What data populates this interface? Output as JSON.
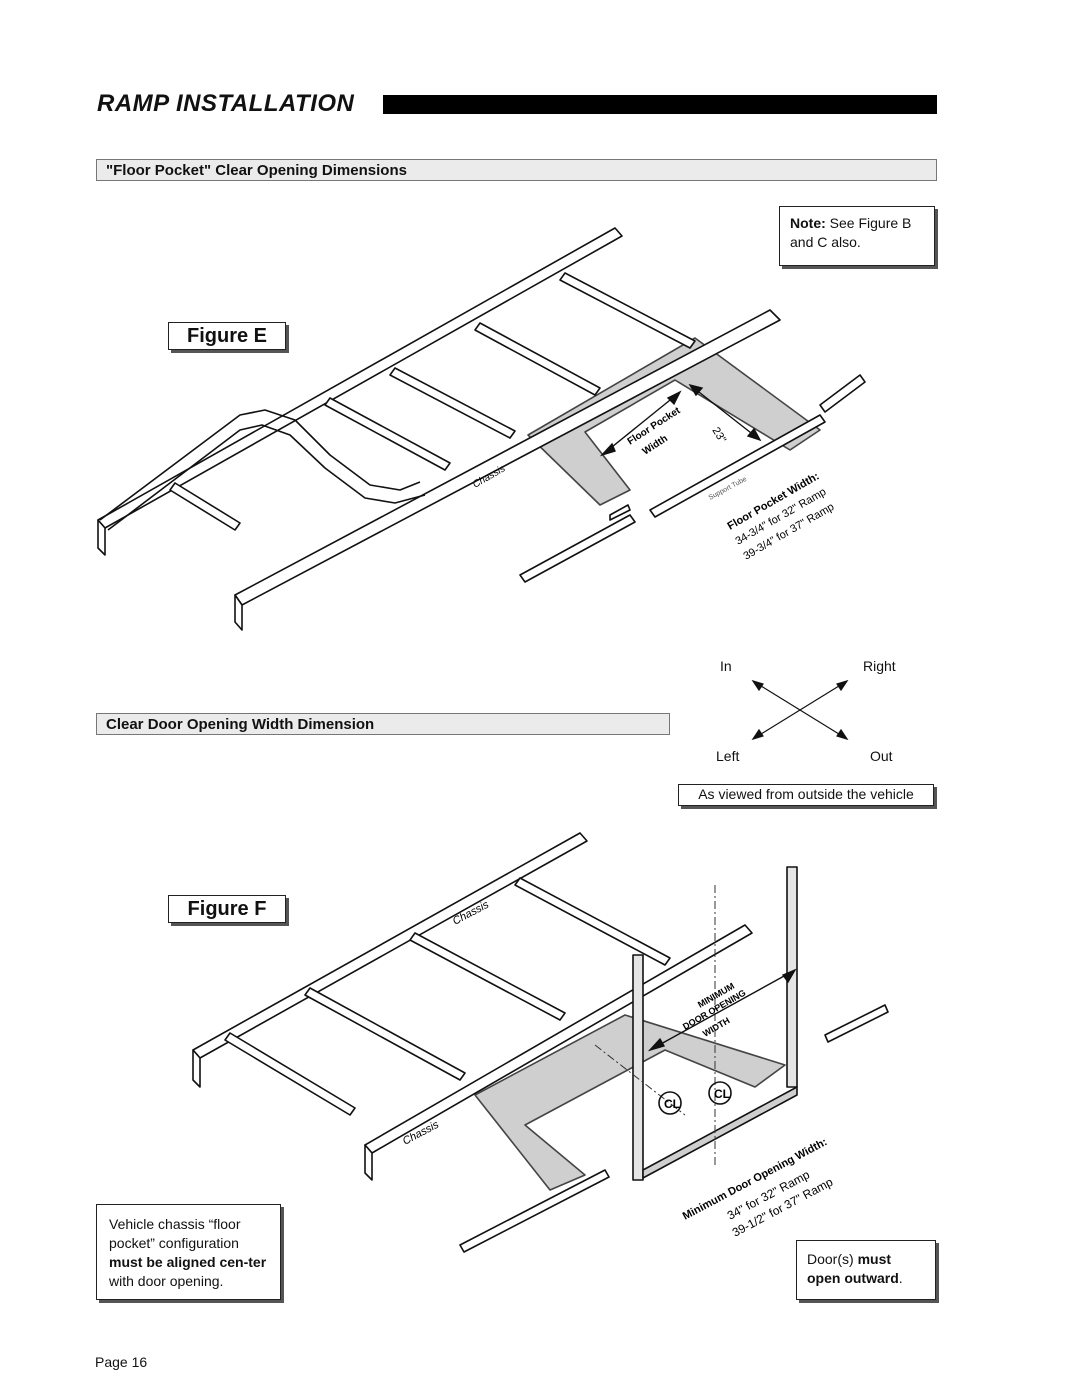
{
  "header": {
    "title": "RAMP INSTALLATION"
  },
  "figure_e": {
    "section_title": "\"Floor Pocket\" Clear Opening Dimensions",
    "label": "Figure E",
    "note_bold": "Note:",
    "note_text": "See Figure B and C also.",
    "chassis_label": "Chassis",
    "floor_pocket_label_1": "Floor Pocket",
    "floor_pocket_label_2": "Width",
    "depth_dimension": "23\"",
    "support_label": "Support Tube",
    "spec_title": "Floor Pocket Width:",
    "spec_line_1": "34-3/4\" for 32\" Ramp",
    "spec_line_2": "39-3/4\" for 37\" Ramp"
  },
  "compass": {
    "in": "In",
    "right": "Right",
    "left": "Left",
    "out": "Out",
    "caption": "As viewed from outside the vehicle"
  },
  "figure_f": {
    "section_title": "Clear Door Opening Width Dimension",
    "label": "Figure F",
    "chassis_label_top": "Chassis",
    "chassis_label_bottom": "Chassis",
    "min_label_1": "MINIMUM",
    "min_label_2": "DOOR OPENING",
    "min_label_3": "WIDTH",
    "cl_symbol": "CL",
    "spec_title": "Minimum Door Opening Width:",
    "spec_line_1": "34\" for 32\" Ramp",
    "spec_line_2": "39-1/2\" for 37\" Ramp",
    "chassis_note_1": "Vehicle chassis “floor pocket” configuration",
    "chassis_note_bold": "must be aligned cen-ter",
    "chassis_note_2": "with door opening.",
    "door_note_1": "Door(s)",
    "door_note_bold_1": "must",
    "door_note_bold_2": "open outward",
    "door_note_end": "."
  },
  "footer": {
    "page": "Page 16"
  }
}
